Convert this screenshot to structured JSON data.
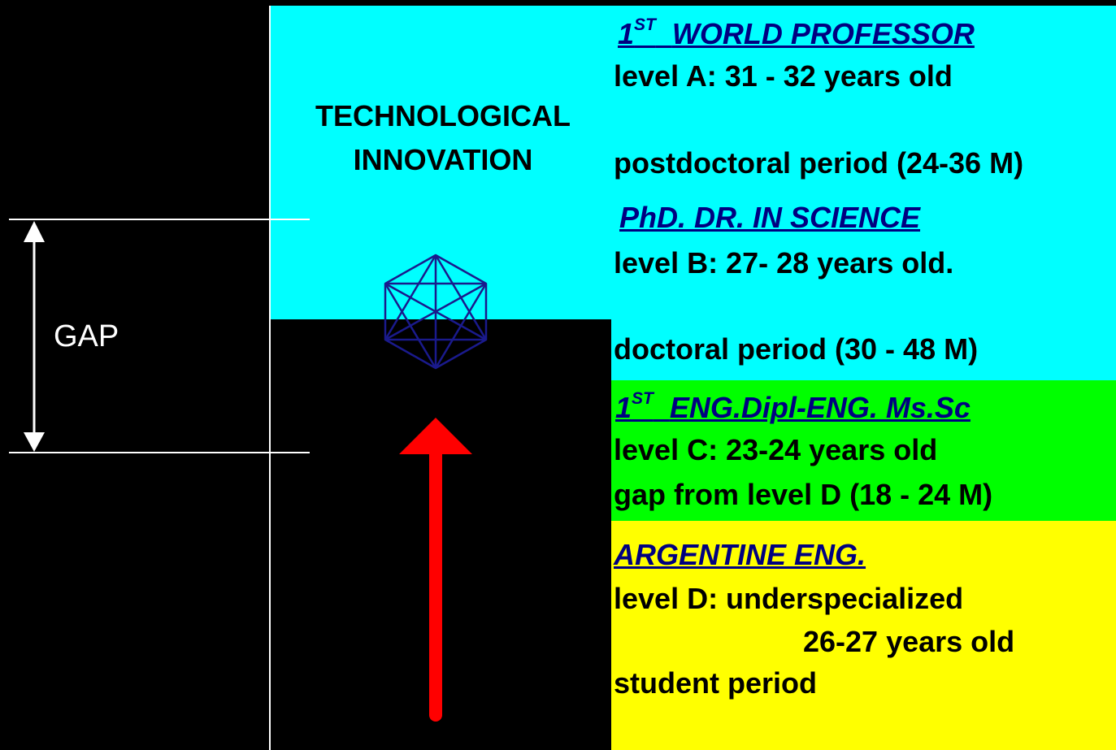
{
  "left": {
    "gap_label": "GAP"
  },
  "center": {
    "tech_line1": "TECHNOLOGICAL",
    "tech_line2": "INNOVATION"
  },
  "levels": {
    "a": {
      "head_num": "1",
      "head_sup": "ST",
      "head_rest": "WORLD PROFESSOR",
      "line1": "level A: 31 - 32 years old",
      "line2": "postdoctoral period (24-36 M)"
    },
    "b": {
      "head": "PhD. DR. IN SCIENCE",
      "line1": "level B:   27- 28 years old.",
      "line2": "doctoral period (30 - 48 M)"
    },
    "c": {
      "head_num": "1",
      "head_sup": "ST",
      "head_rest": "ENG.Dipl-ENG. Ms.Sc",
      "line1": "level C: 23-24  years old",
      "line2": "gap from level D (18 - 24 M)"
    },
    "d": {
      "head": "ARGENTINE ENG.",
      "line1": "level D: underspecialized",
      "line2": "26-27 years old",
      "line3": "student period"
    }
  },
  "colors": {
    "level_a_b_background": "#00ffff",
    "level_c_background": "#00ff00",
    "level_d_background": "#ffff00",
    "heading_color": "#000080",
    "arrow_color": "#ff0000",
    "polyhedron_color": "#1a1a8c"
  }
}
